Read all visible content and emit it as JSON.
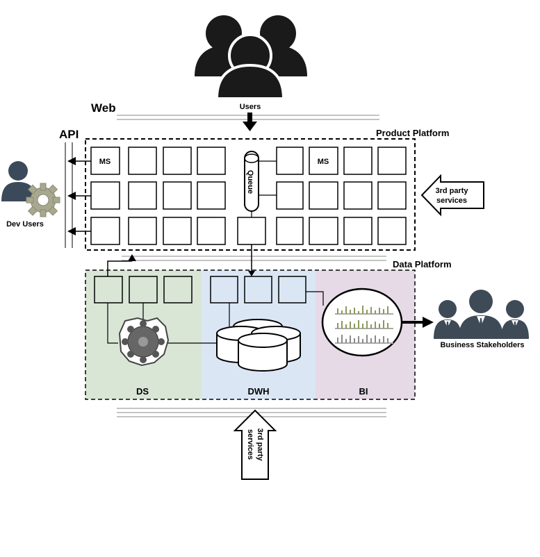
{
  "labels": {
    "web": "Web",
    "api": "API",
    "users": "Users",
    "product_platform": "Product Platform",
    "data_platform": "Data Platform",
    "dev_users": "Dev Users",
    "business_stakeholders": "Business Stakeholders",
    "third_party_right_line1": "3rd party",
    "third_party_right_line2": "services",
    "third_party_bottom_line1": "3rd party",
    "third_party_bottom_line2": "services",
    "ms_left": "MS",
    "ms_right": "MS",
    "queue": "Queue",
    "ds": "DS",
    "dwh": "DWH",
    "bi": "BI"
  },
  "colors": {
    "ds_zone": "#d9e6d6",
    "dwh_zone": "#dbe6f5",
    "bi_zone": "#e5dae6",
    "ink": "#000000",
    "people": "#1a1a1a",
    "dev_user": "#3b4a5a",
    "gear": "#a8a890",
    "bars_green": "#8b9a5a",
    "bars_grey": "#8a8a8a"
  },
  "icons": {
    "users": "users-group-icon",
    "dev_users": "user-with-gear-icon",
    "business": "business-people-icon",
    "brain": "brain-gear-icon",
    "database": "database-cluster-icon",
    "bi_charts": "bar-chart-icon"
  }
}
